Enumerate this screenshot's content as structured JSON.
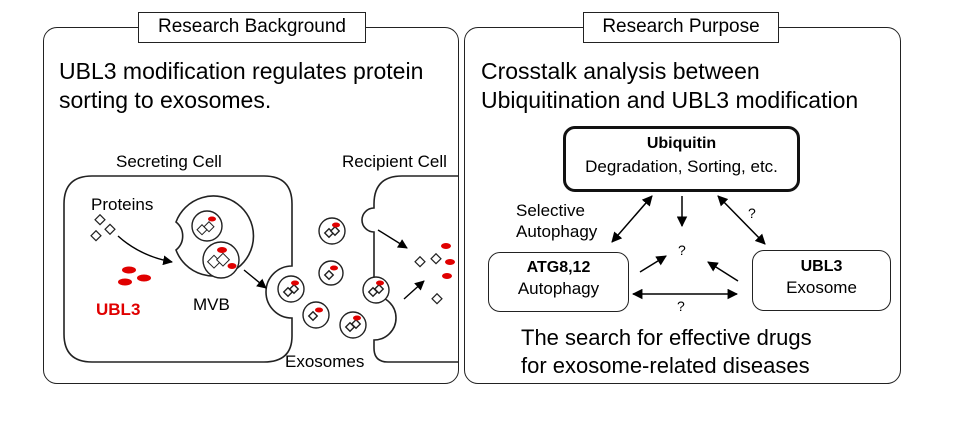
{
  "left_panel": {
    "tab_title": "Research Background",
    "headline_line1": "UBL3 modification regulates protein",
    "headline_line2": "sorting to exosomes.",
    "secreting_cell_label": "Secreting Cell",
    "recipient_cell_label": "Recipient Cell",
    "proteins_label": "Proteins",
    "ubl3_label": "UBL3",
    "mvb_label": "MVB",
    "exosomes_label": "Exosomes",
    "ubl3_color": "#e00000"
  },
  "right_panel": {
    "tab_title": "Research Purpose",
    "headline_line1": "Crosstalk analysis between",
    "headline_line2": "Ubiquitination and UBL3 modification",
    "ubiquitin_box": {
      "title": "Ubiquitin",
      "subtitle": "Degradation, Sorting, etc."
    },
    "atg_box": {
      "title": "ATG8,12",
      "subtitle": "Autophagy"
    },
    "ubl3_box": {
      "title": "UBL3",
      "subtitle": "Exosome"
    },
    "selective_autophagy_line1": "Selective",
    "selective_autophagy_line2": "Autophagy",
    "question_mark": "?",
    "footer_line1": "The search for effective drugs",
    "footer_line2": "for exosome-related diseases"
  }
}
